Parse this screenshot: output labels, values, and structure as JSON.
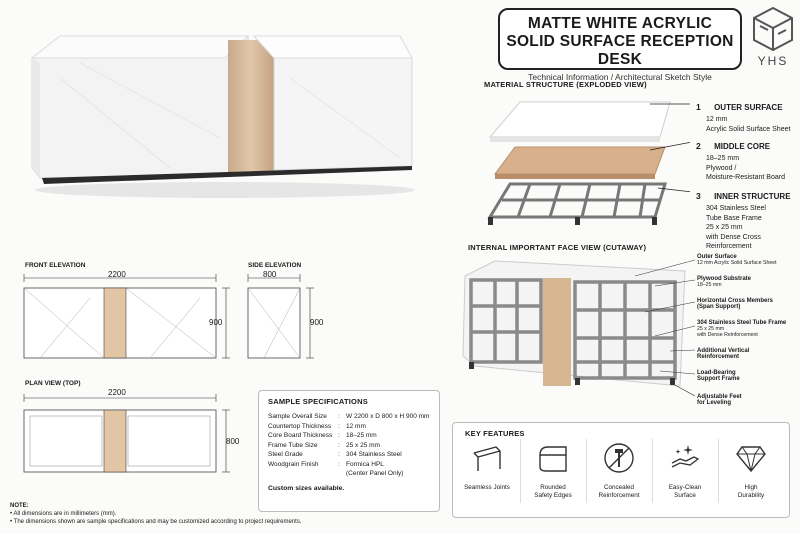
{
  "title": {
    "line1": "MATTE WHITE ACRYLIC",
    "line2": "SOLID SURFACE RECEPTION DESK",
    "subtitle": "Technical Information / Architectural Sketch Style"
  },
  "logo": {
    "text": "YHS"
  },
  "material": {
    "heading": "MATERIAL STRUCTURE  (EXPLODED VIEW)",
    "layers": [
      {
        "num": "1",
        "title": "OUTER SURFACE",
        "lines": [
          "12 mm",
          "Acrylic Solid Surface Sheet"
        ]
      },
      {
        "num": "2",
        "title": "MIDDLE CORE",
        "lines": [
          "18–25 mm",
          "Plywood /",
          "Moisture-Resistant Board"
        ]
      },
      {
        "num": "3",
        "title": "INNER STRUCTURE",
        "lines": [
          "304 Stainless Steel",
          "Tube Base Frame",
          "25 x 25 mm",
          "with Dense Cross",
          "Reinforcement"
        ]
      }
    ]
  },
  "cutaway": {
    "heading": "INTERNAL IMPORTANT FACE VIEW (CUTAWAY)",
    "labels": [
      {
        "title": "Outer Surface",
        "sub": "12 mm Acrylic Solid Surface Sheet"
      },
      {
        "title": "Plywood Substrate",
        "sub": "18–25 mm"
      },
      {
        "title": "Horizontal Cross Members",
        "sub": "(Span Support)"
      },
      {
        "title": "304 Stainless Steel Tube Frame",
        "sub": "25 x 25 mm",
        "sub2": "with Dense Reinforcement"
      },
      {
        "title": "Additional Vertical",
        "sub_title2": "Reinforcement"
      },
      {
        "title": "Load-Bearing",
        "sub_title2": "Support Frame"
      },
      {
        "title": "Adjustable Feet",
        "sub_title2": "for Leveling"
      }
    ]
  },
  "front_elevation": {
    "heading": "FRONT ELEVATION",
    "width": "2200",
    "height": "900"
  },
  "side_elevation": {
    "heading": "SIDE ELEVATION",
    "width": "800",
    "height": "900"
  },
  "plan_view": {
    "heading": "PLAN VIEW (TOP)",
    "width": "2200",
    "depth": "800"
  },
  "specs": {
    "heading": "SAMPLE SPECIFICATIONS",
    "rows": [
      {
        "k": "Sample Overall Size",
        "v": "W 2200 x D 800 x H 900 mm"
      },
      {
        "k": "Countertop Thickness",
        "v": "12 mm"
      },
      {
        "k": "Core Board Thickness",
        "v": "18–25 mm"
      },
      {
        "k": "Frame Tube Size",
        "v": "25 x 25 mm"
      },
      {
        "k": "Steel Grade",
        "v": "304 Stainless Steel"
      },
      {
        "k": "Woodgrain Finish",
        "v": "Formica HPL",
        "v2": "(Center Panel Only)"
      }
    ],
    "footer": "Custom sizes available."
  },
  "key_features": {
    "heading": "KEY FEATURES",
    "items": [
      {
        "line1": "Seamless Joints",
        "line2": "",
        "icon": "seamless-joints-icon"
      },
      {
        "line1": "Rounded",
        "line2": "Safety Edges",
        "icon": "rounded-edge-icon"
      },
      {
        "line1": "Concealed",
        "line2": "Reinforcement",
        "icon": "concealed-screw-icon"
      },
      {
        "line1": "Easy-Clean",
        "line2": "Surface",
        "icon": "hand-sparkle-icon"
      },
      {
        "line1": "High",
        "line2": "Durability",
        "icon": "diamond-icon"
      }
    ]
  },
  "note": {
    "heading": "NOTE:",
    "lines": [
      "All dimensions are in millimeters (mm).",
      "The dimensions shown are sample specifications and may be customized according to project requirements."
    ]
  }
}
